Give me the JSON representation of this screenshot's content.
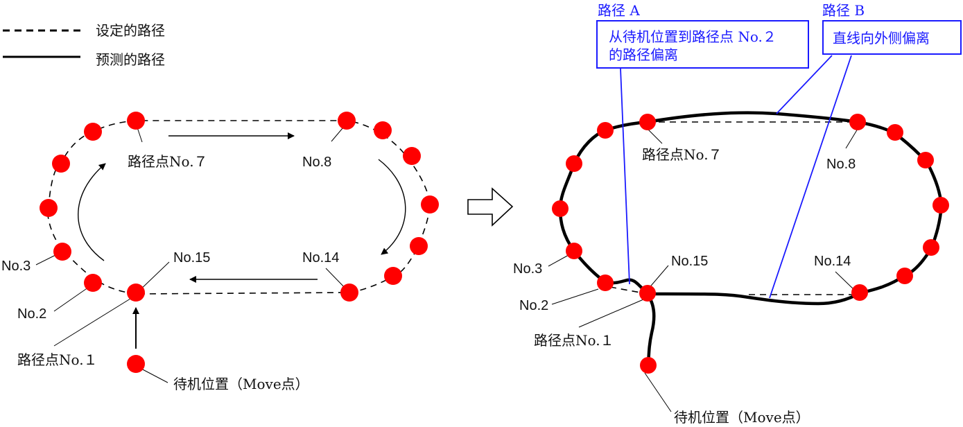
{
  "legend": {
    "items": [
      {
        "style": "dashed",
        "label": "设定的路径"
      },
      {
        "style": "solid",
        "label": "预测的路径"
      }
    ]
  },
  "colors": {
    "point": "#ff0000",
    "callout": "#1a1aff",
    "path": "#000000"
  },
  "left_diagram": {
    "labels": {
      "no7": "路径点No.７",
      "no8": "No.8",
      "no3": "No.3",
      "no2": "No.2",
      "no15": "No.15",
      "no14": "No.14",
      "no1": "路径点No.１",
      "standby": "待机位置（Move点）"
    }
  },
  "transition_arrow": {
    "icon": "hollow-right-arrow"
  },
  "right_diagram": {
    "labels": {
      "no7": "路径点No.７",
      "no8": "No.8",
      "no3": "No.3",
      "no2": "No.2",
      "no15": "No.15",
      "no14": "No.14",
      "no1": "路径点No.１",
      "standby": "待机位置（Move点）"
    },
    "callouts": [
      {
        "title": "路径 A",
        "lines": [
          "从待机位置到路径点 No.２",
          "的路径偏离"
        ]
      },
      {
        "title": "路径 B",
        "lines": [
          "直线向外侧偏离"
        ]
      }
    ]
  }
}
